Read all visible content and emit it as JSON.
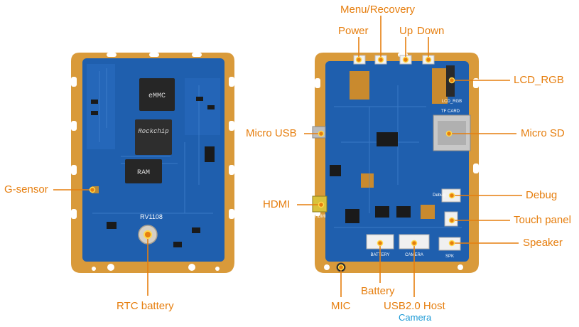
{
  "colors": {
    "accent": "#e67e0e",
    "pcb_blue": "#1f5fae",
    "pcb_edge": "#d99a3a",
    "sub_label": "#1c9ad6"
  },
  "left_board": {
    "chips": {
      "emmc": "eMMC",
      "soc": "Rockchip",
      "ram": "RAM"
    },
    "board_name": "RV1108",
    "callouts": {
      "g_sensor": "G-sensor",
      "rtc_battery": "RTC battery"
    }
  },
  "right_board": {
    "silkscreen": {
      "lcd_rgb": "LCD_RGB",
      "tf_card": "TF CARD",
      "battery": "BATTERY",
      "camera": "CAMERA",
      "spk": "SPK",
      "hdmi": "HDMI",
      "debug": "Debug"
    },
    "callouts": {
      "menu_recovery": "Menu/Recovery",
      "power": "Power",
      "up": "Up",
      "down": "Down",
      "lcd_rgb": "LCD_RGB",
      "micro_usb": "Micro USB",
      "micro_sd": "Micro SD",
      "hdmi": "HDMI",
      "debug": "Debug",
      "touch_panel": "Touch panel",
      "speaker": "Speaker",
      "mic": "MIC",
      "battery": "Battery",
      "usb_host": "USB2.0 Host",
      "camera": "Camera"
    }
  }
}
